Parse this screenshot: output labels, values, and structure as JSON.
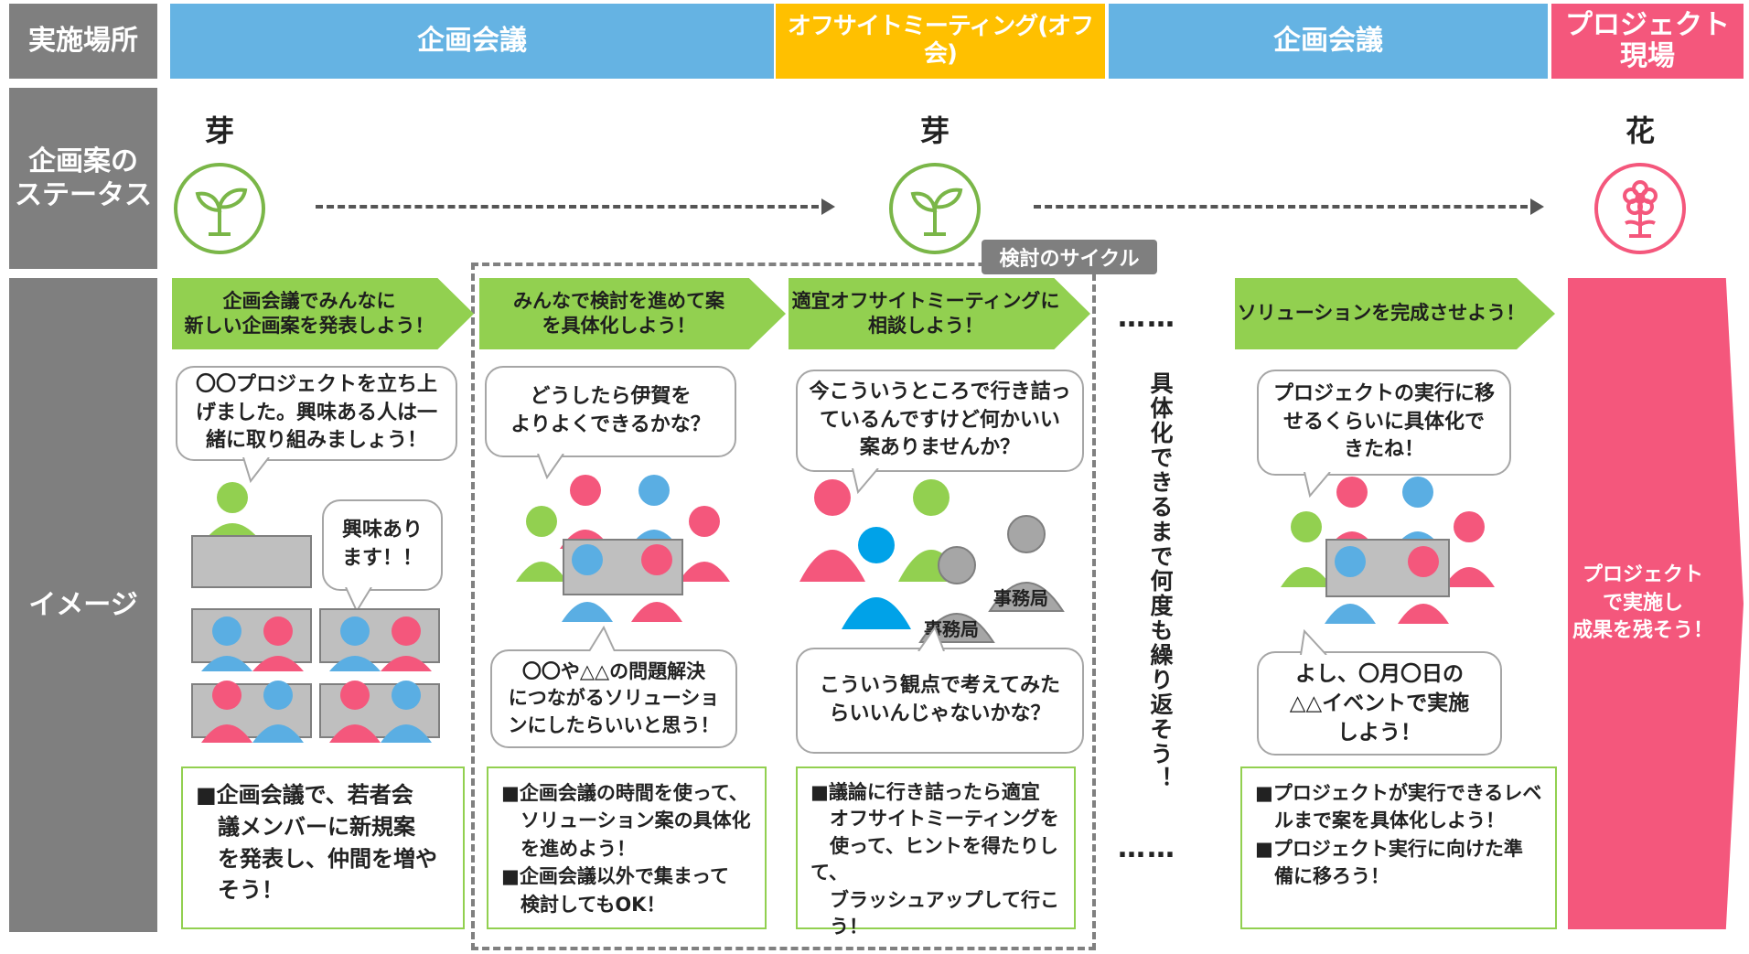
{
  "rows": {
    "venue": "実施場所",
    "status": "企画案の\nステータス",
    "image": "イメージ"
  },
  "venues": [
    {
      "label": "企画会議",
      "color": "#65b3e3"
    },
    {
      "label": "オフサイトミーティング(オフ会)",
      "color": "#ffc000"
    },
    {
      "label": "企画会議",
      "color": "#65b3e3"
    },
    {
      "label": "プロジェクト\n現場",
      "color": "#f4577c"
    }
  ],
  "status": {
    "bud1": "芽",
    "bud2": "芽",
    "flower": "花",
    "bud_icon": "sprout-icon",
    "flower_icon": "flower-icon"
  },
  "cycle_label": "検討のサイクル",
  "banners": [
    "企画会議でみんなに\n新しい企画案を発表しよう！",
    "みんなで検討を進めて案\nを具体化しよう！",
    "適宜オフサイトミーティングに\n相談しよう！",
    "ソリューションを完成させよう！"
  ],
  "bubbles": {
    "b1": "〇〇プロジェクトを立ち上\nげました。興味ある人は一\n緒に取り組みましょう！",
    "b1b": "興味あり\nます！！",
    "b2": "どうしたら伊賀を\nよりよくできるかな？",
    "b2b": "〇〇や△△の問題解決\nにつながるソリューショ\nンにしたらいいと思う！",
    "b3": "今こういうところで行き詰っ\nているんですけど何かいい\n案ありませんか？",
    "b3b": "こういう観点で考えてみた\nらいいんじゃないかな？",
    "b4": "プロジェクトの実行に移\nせるくらいに具体化で\nきたね！",
    "b4b": "よし、〇月〇日の\n△△イベントで実施\nしよう！"
  },
  "office_label": "事務局",
  "notes": {
    "n1": [
      "■企画会議で、若者会\n　議メンバーに新規案\n　を発表し、仲間を増や\n　そう！"
    ],
    "n2": [
      "■企画会議の時間を使って、\n　ソリューション案の具体化\n　を進めよう！",
      "■企画会議以外で集まって\n　検討してもOK！"
    ],
    "n3": [
      "■議論に行き詰ったら適宜\n　オフサイトミーティングを\n　使って、ヒントを得たりして、\n　ブラッシュアップして行こ\n　う！"
    ],
    "n4": [
      "■プロジェクトが実行できるレベ\n　ルまで案を具体化しよう！",
      "■プロジェクト実行に向けた準\n　備に移ろう！"
    ]
  },
  "dots": "……",
  "repeat_text": "具体化できるまで何度も繰り返そう！",
  "final_text": "プロジェクト\nで実施し\n成果を残そう！",
  "colors": {
    "green": "#92d050",
    "blue": "#5aaee3",
    "pink": "#f4577c",
    "gray": "#a6a6a6",
    "desk": "#bfbfbf"
  }
}
